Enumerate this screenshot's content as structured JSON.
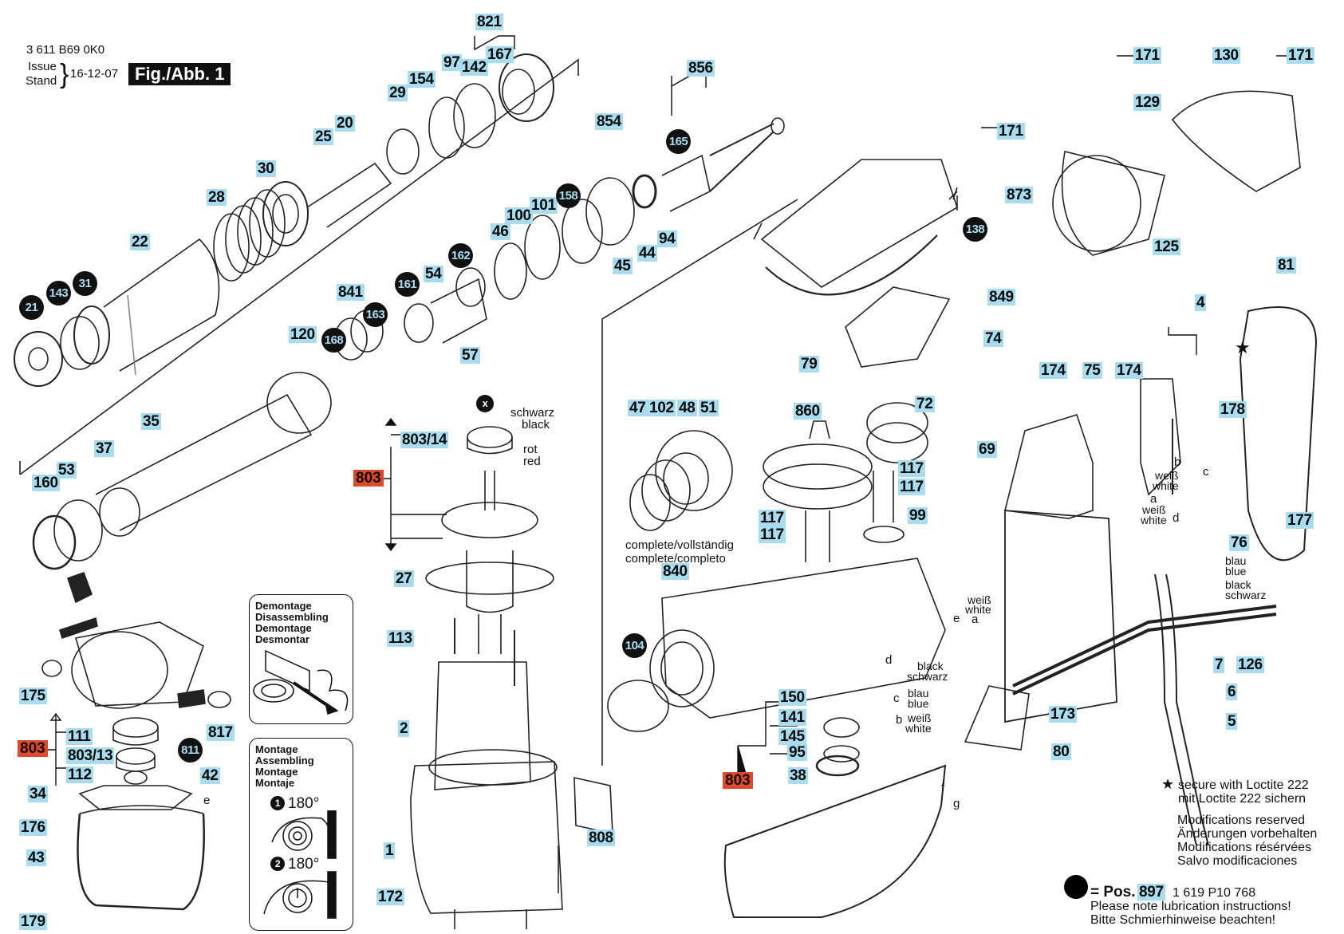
{
  "header": {
    "part_number": "3 611 B69 0K0",
    "issue_label": "Issue",
    "stand_label": "Stand",
    "issue_date": "16-12-07",
    "figure_title": "Fig./Abb. 1"
  },
  "colors": {
    "label_bg": "#a9dcee",
    "assembly_label_bg": "#d94b2b",
    "circle_bg": "#111111",
    "circle_text": "#a9dcee"
  },
  "part_labels": [
    "821",
    "167",
    "97",
    "142",
    "154",
    "29",
    "20",
    "25",
    "30",
    "28",
    "22",
    "856",
    "854",
    "165",
    "100",
    "101",
    "158",
    "46",
    "94",
    "44",
    "45",
    "54",
    "162",
    "161",
    "841",
    "163",
    "168",
    "120",
    "57",
    "35",
    "37",
    "53",
    "160",
    "171",
    "130",
    "129",
    "125",
    "873",
    "138",
    "849",
    "74",
    "79",
    "72",
    "860",
    "47",
    "102",
    "48",
    "51",
    "117",
    "99",
    "840",
    "104",
    "150",
    "141",
    "145",
    "95",
    "38",
    "81",
    "4",
    "178",
    "174",
    "75",
    "69",
    "177",
    "76",
    "7",
    "126",
    "6",
    "5",
    "173",
    "80",
    "803/14",
    "27",
    "113",
    "2",
    "1",
    "172",
    "808",
    "175",
    "111",
    "803/13",
    "112",
    "817",
    "42",
    "34",
    "176",
    "43",
    "179"
  ],
  "labels": {
    "l821": "821",
    "l167": "167",
    "l97": "97",
    "l142": "142",
    "l154": "154",
    "l29": "29",
    "l20": "20",
    "l25": "25",
    "l30": "30",
    "l28": "28",
    "l22": "22",
    "l856": "856",
    "l854": "854",
    "l100": "100",
    "l101": "101",
    "l46": "46",
    "l94": "94",
    "l44": "44",
    "l45": "45",
    "l54": "54",
    "l57": "57",
    "l841": "841",
    "l120": "120",
    "l35": "35",
    "l37": "37",
    "l53": "53",
    "l160": "160",
    "l171a": "171",
    "l130": "130",
    "l171b": "171",
    "l129": "129",
    "l125": "125",
    "l171c": "171",
    "l873": "873",
    "l849": "849",
    "l74": "74",
    "l79": "79",
    "l72": "72",
    "l860": "860",
    "l47": "47",
    "l102": "102",
    "l48": "48",
    "l51": "51",
    "l117a": "117",
    "l117b": "117",
    "l117c": "117",
    "l117d": "117",
    "l99": "99",
    "l840": "840",
    "l150": "150",
    "l141": "141",
    "l145": "145",
    "l95": "95",
    "l38": "38",
    "l81": "81",
    "l4": "4",
    "l178": "178",
    "l174a": "174",
    "l75": "75",
    "l174b": "174",
    "l69": "69",
    "l177": "177",
    "l76": "76",
    "l7": "7",
    "l126": "126",
    "l6": "6",
    "l5": "5",
    "l173": "173",
    "l80": "80",
    "l803_14": "803/14",
    "l27": "27",
    "l113": "113",
    "l2": "2",
    "l1": "1",
    "l172": "172",
    "l808": "808",
    "l175": "175",
    "l111": "111",
    "l803_13": "803/13",
    "l112": "112",
    "l817": "817",
    "l42": "42",
    "l34": "34",
    "l176": "176",
    "l43": "43",
    "l179": "179"
  },
  "circled": {
    "c21": "21",
    "c143": "143",
    "c31": "31",
    "c165": "165",
    "c158": "158",
    "c162": "162",
    "c161": "161",
    "c163": "163",
    "c168": "168",
    "c138": "138",
    "c104": "104",
    "c811": "811",
    "cx": "x"
  },
  "assemblies": {
    "a803_top": "803",
    "a803_left": "803",
    "a803_mid": "803"
  },
  "annotations": {
    "schwarz": "schwarz",
    "black": "black",
    "rot": "rot",
    "red": "red",
    "complete1": "complete/vollständig",
    "complete2": "complete/completo",
    "wire_b": "b",
    "wire_c": "c",
    "wire_a": "a",
    "wire_d": "d",
    "wire_e": "e",
    "wire_f": "f",
    "wire_g": "g",
    "weiss1": "weiß",
    "white1": "white",
    "weiss2": "weiß",
    "white2": "white",
    "weiss3": "weiß",
    "white3": "white",
    "weiss4": "weiß",
    "white4": "white",
    "blau1": "blau",
    "blue1": "blue",
    "black1": "black",
    "schwarz1": "schwarz",
    "black2": "black",
    "schwarz2": "schwarz",
    "blau2": "blau",
    "blue2": "blue",
    "e_left": "e",
    "d_bot": "d",
    "c_bot": "c",
    "b_bot": "b",
    "a_mid": "a"
  },
  "instruction_boxes": {
    "disassembly": [
      "Demontage",
      "Disassembling",
      "Demontage",
      "Desmontar"
    ],
    "assembly": [
      "Montage",
      "Assembling",
      "Montage",
      "Montaje"
    ],
    "step1_num": "1",
    "step1_angle": "180°",
    "step2_num": "2",
    "step2_angle": "180°"
  },
  "notes": {
    "star": "★",
    "loctite_en": "secure with Loctite 222",
    "loctite_de": "mit Loctite 222 sichern",
    "mods": [
      "Modifications reserved",
      "Änderungen vorbehalten",
      "Modifications résérvées",
      "Salvo modificaciones"
    ],
    "pos_prefix": "= Pos.",
    "pos_number": "897",
    "pos_part": "1 619 P10 768",
    "lube_en": "Please note lubrication instructions!",
    "lube_de": "Bitte Schmierhinweise beachten!"
  }
}
